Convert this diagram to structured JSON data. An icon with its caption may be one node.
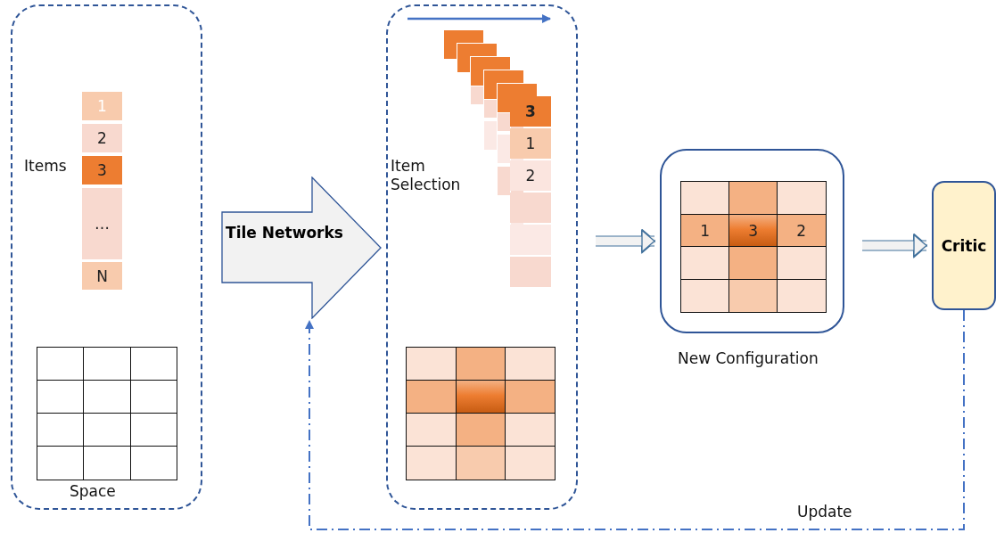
{
  "diagram": {
    "nodes": [
      {
        "text": [],
        "shape": "box"
      },
      {
        "text": [
          "1",
          "2",
          "3",
          "…",
          "N"
        ],
        "beside": [
          "Items"
        ],
        "in": 0
      },
      {
        "text": [],
        "shape": "box",
        "beside": [
          "Space"
        ],
        "in": 0
      },
      {
        "text": [
          "Tile Networks"
        ]
      },
      {
        "text": [],
        "shape": "box"
      },
      {
        "text": [
          "3",
          "1",
          "2"
        ],
        "beside": [
          "Item Selection"
        ],
        "in": 4
      },
      {
        "text": [],
        "shape": "box",
        "in": 4
      },
      {
        "text": [
          "1",
          "3",
          "2"
        ],
        "beside": [
          "New Configuration"
        ]
      },
      {
        "text": [
          "Critic"
        ]
      }
    ],
    "edges": [
      {
        "from": 4,
        "to": 7,
        "arrow": "to"
      },
      {
        "from": 7,
        "to": 8,
        "arrow": "to"
      },
      {
        "from": 8,
        "to": 3,
        "label": "Update",
        "arrow": "to",
        "style": "dashed",
        "color": "#4472c4"
      }
    ]
  }
}
